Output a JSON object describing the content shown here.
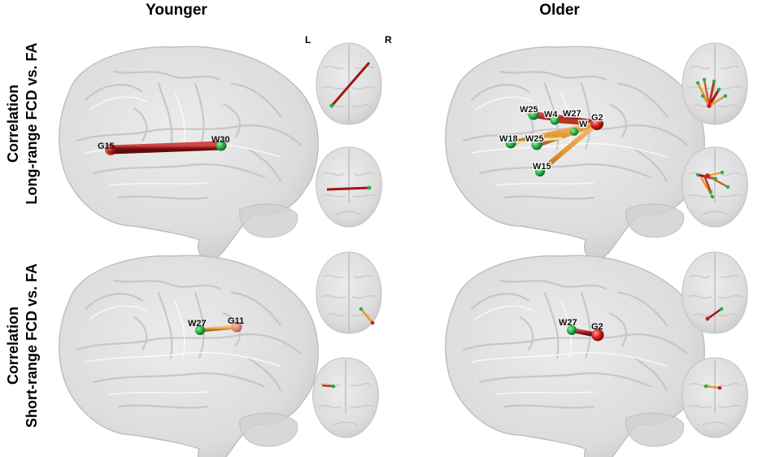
{
  "columns": {
    "younger": "Younger",
    "older": "Older"
  },
  "rows": {
    "long": {
      "line1": "Correlation",
      "line2": "Long-range FCD vs. FA"
    },
    "short": {
      "line1": "Correlation",
      "line2": "Short-range FCD vs. FA"
    }
  },
  "orientation": {
    "left": "L",
    "right": "R"
  },
  "panels": {
    "young_long": {
      "nodes": [
        "G15",
        "W30"
      ]
    },
    "old_long": {
      "nodes": [
        "W25",
        "W4",
        "W27",
        "G2",
        "W",
        "W18",
        "W25",
        "W15"
      ]
    },
    "young_short": {
      "nodes": [
        "W27",
        "G11"
      ]
    },
    "old_short": {
      "nodes": [
        "W27",
        "G2"
      ]
    }
  },
  "colors": {
    "gray_node": "#e8e8e8",
    "white_matter_node": "#22b14c",
    "gray_matter_node": "#d11a1a",
    "strong_edge": "#a31515",
    "weak_edge": "#e5a13a",
    "brain_fill": "#d7d7d7"
  }
}
